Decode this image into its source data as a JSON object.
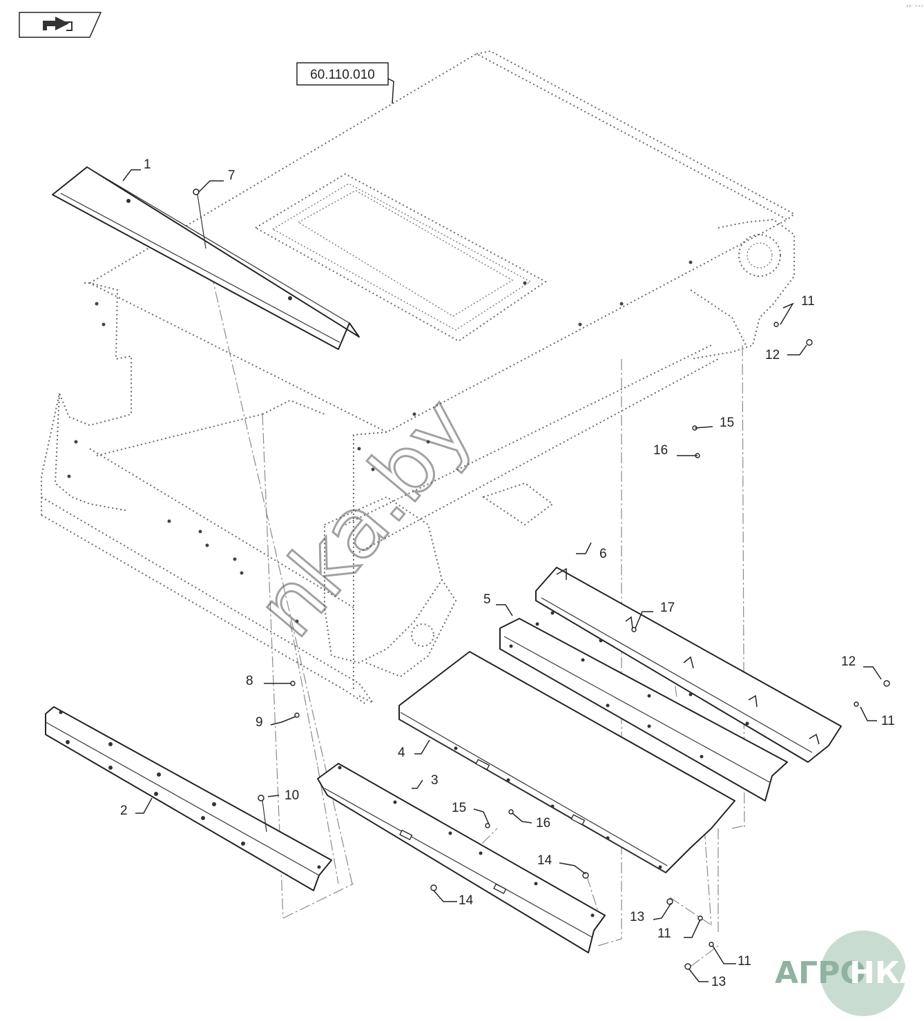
{
  "reference_box": "60.110.010",
  "callouts": {
    "c1": "1",
    "c2": "2",
    "c3": "3",
    "c4": "4",
    "c5": "5",
    "c6": "6",
    "c7": "7",
    "c8": "8",
    "c9": "9",
    "c10": "10",
    "c11a": "11",
    "c11b": "11",
    "c11c": "11",
    "c11d": "11",
    "c12a": "12",
    "c12b": "12",
    "c13a": "13",
    "c13b": "13",
    "c14a": "14",
    "c14b": "14",
    "c15a": "15",
    "c15b": "15",
    "c16a": "16",
    "c16b": "16",
    "c17": "17"
  },
  "watermark": "nka.by",
  "logo": {
    "left": "АГРО",
    "right": "НКА"
  },
  "corner_mark": "ᵖᵖ ˢˢˢ",
  "icons": {
    "nav": "back-arrow-icon"
  },
  "colors": {
    "line": "#222222",
    "logo": "#8fb3a0"
  }
}
